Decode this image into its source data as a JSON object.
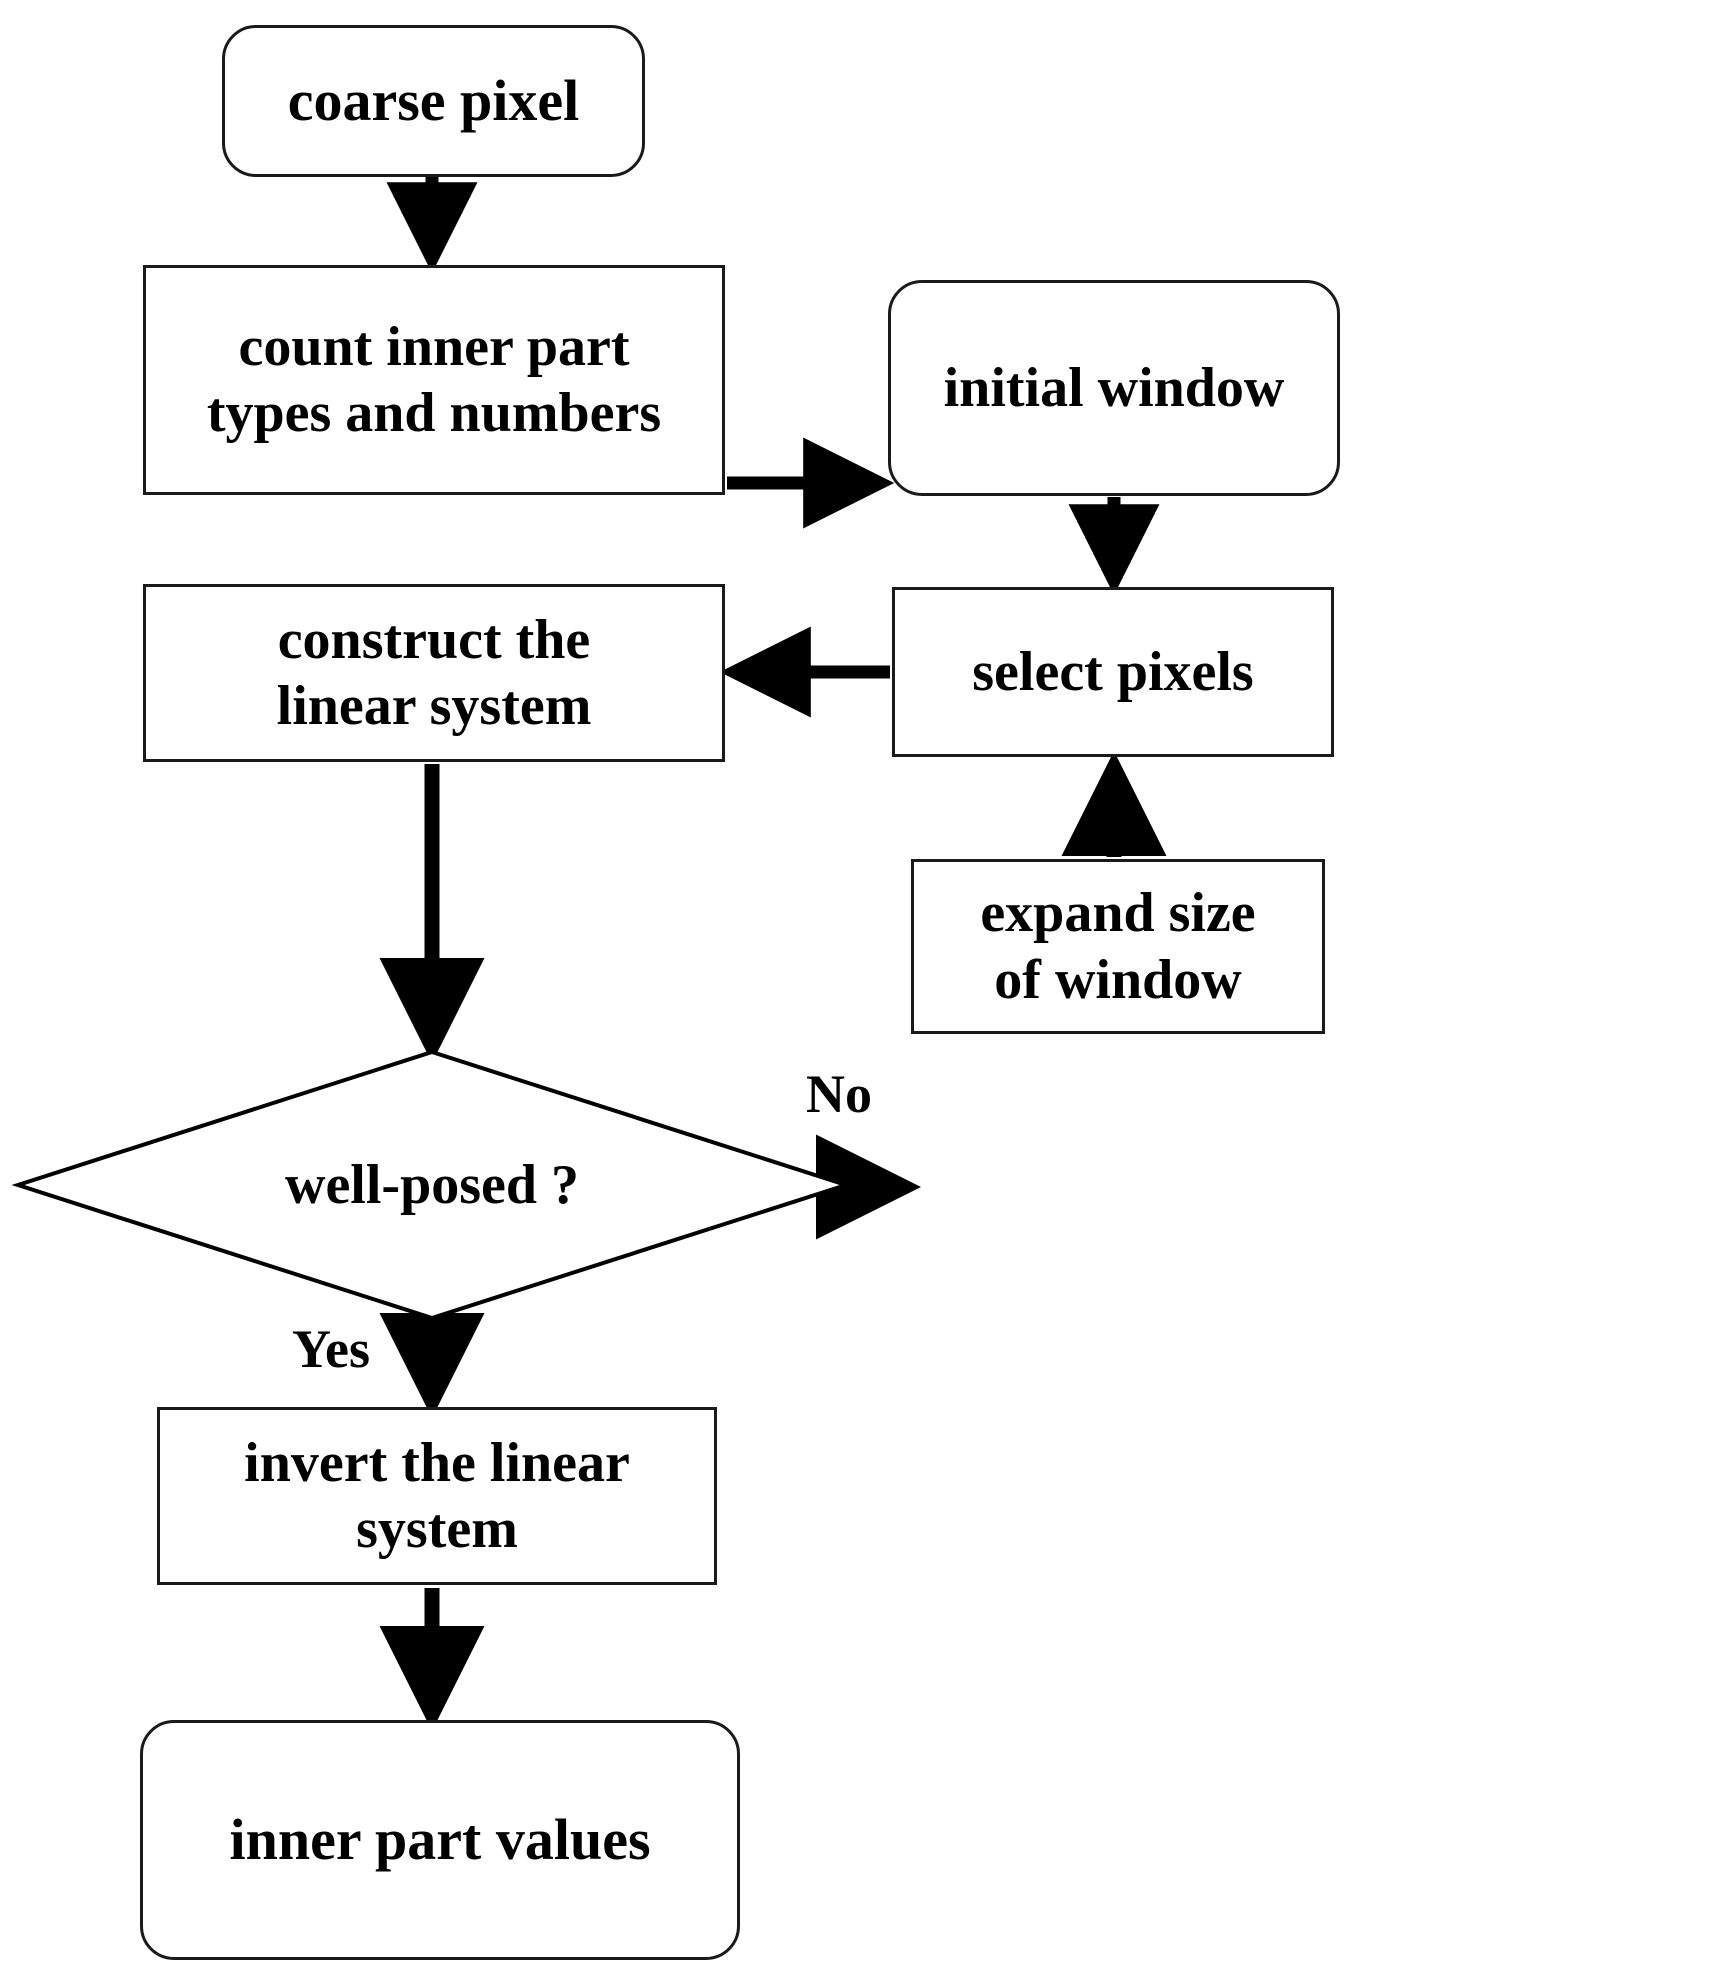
{
  "diagram": {
    "title": "inner part value estimation flowchart",
    "type": "flowchart",
    "stroke_color": "#000000",
    "fill_color": "#ffffff",
    "nodes": [
      {
        "id": "coarse_pixel",
        "shape": "rounded-rectangle",
        "label": "coarse pixel"
      },
      {
        "id": "count_inner",
        "shape": "rectangle",
        "label": "count inner part\ntypes and numbers"
      },
      {
        "id": "initial_window",
        "shape": "rounded-rectangle",
        "label": "initial window"
      },
      {
        "id": "construct",
        "shape": "rectangle",
        "label": "construct the\nlinear system"
      },
      {
        "id": "select_pixels",
        "shape": "rectangle",
        "label": "select pixels"
      },
      {
        "id": "expand",
        "shape": "rectangle",
        "label": "expand size\nof window"
      },
      {
        "id": "decision",
        "shape": "diamond",
        "label": "well-posed ?"
      },
      {
        "id": "invert",
        "shape": "rectangle",
        "label": "invert the linear\nsystem"
      },
      {
        "id": "inner_values",
        "shape": "rounded-rectangle",
        "label": "inner part values"
      }
    ],
    "edge_labels": {
      "no": "No",
      "yes": "Yes"
    },
    "edges": [
      {
        "from": "coarse_pixel",
        "to": "count_inner",
        "label": ""
      },
      {
        "from": "count_inner",
        "to": "initial_window",
        "label": ""
      },
      {
        "from": "initial_window",
        "to": "select_pixels",
        "label": ""
      },
      {
        "from": "select_pixels",
        "to": "construct",
        "label": ""
      },
      {
        "from": "construct",
        "to": "decision",
        "label": ""
      },
      {
        "from": "decision",
        "to": "expand",
        "label": "No"
      },
      {
        "from": "expand",
        "to": "select_pixels",
        "label": ""
      },
      {
        "from": "decision",
        "to": "invert",
        "label": "Yes"
      },
      {
        "from": "invert",
        "to": "inner_values",
        "label": ""
      }
    ]
  }
}
